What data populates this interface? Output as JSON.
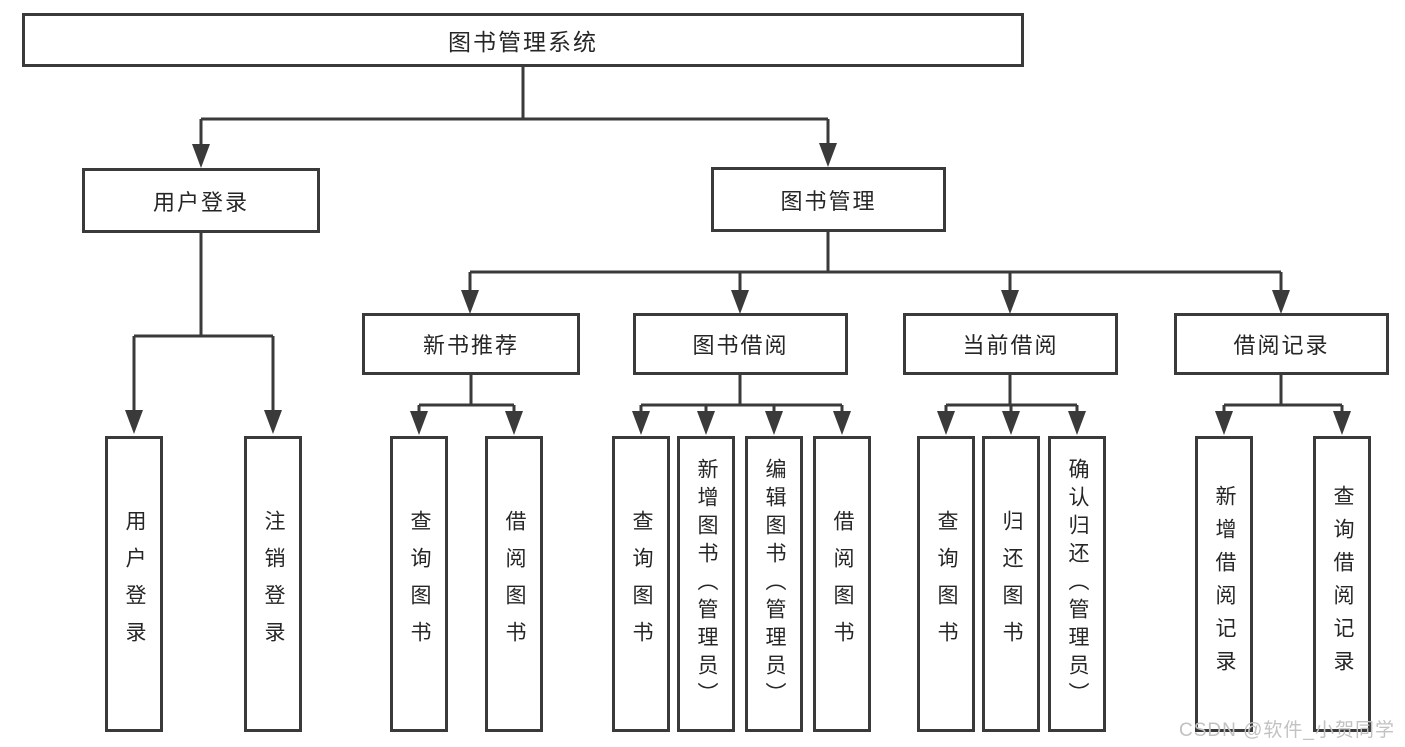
{
  "root": {
    "label": "图书管理系统"
  },
  "branches": [
    {
      "label": "用户登录",
      "children": [
        {
          "label": "用户登录"
        },
        {
          "label": "注销登录"
        }
      ]
    },
    {
      "label": "图书管理",
      "children": [
        {
          "label": "新书推荐",
          "children": [
            {
              "label": "查询图书"
            },
            {
              "label": "借阅图书"
            }
          ]
        },
        {
          "label": "图书借阅",
          "children": [
            {
              "label": "查询图书"
            },
            {
              "label": "新增图书（管理员）"
            },
            {
              "label": "编辑图书（管理员）"
            },
            {
              "label": "借阅图书"
            }
          ]
        },
        {
          "label": "当前借阅",
          "children": [
            {
              "label": "查询图书"
            },
            {
              "label": "归还图书"
            },
            {
              "label": "确认归还（管理员）"
            }
          ]
        },
        {
          "label": "借阅记录",
          "children": [
            {
              "label": "新增借阅记录"
            },
            {
              "label": "查询借阅记录"
            }
          ]
        }
      ]
    }
  ],
  "watermark": "CSDN @软件_小贺同学",
  "colors": {
    "line": "#3a3a3a",
    "text": "#262626",
    "watermark": "#c2c2c2",
    "background": "#ffffff"
  }
}
